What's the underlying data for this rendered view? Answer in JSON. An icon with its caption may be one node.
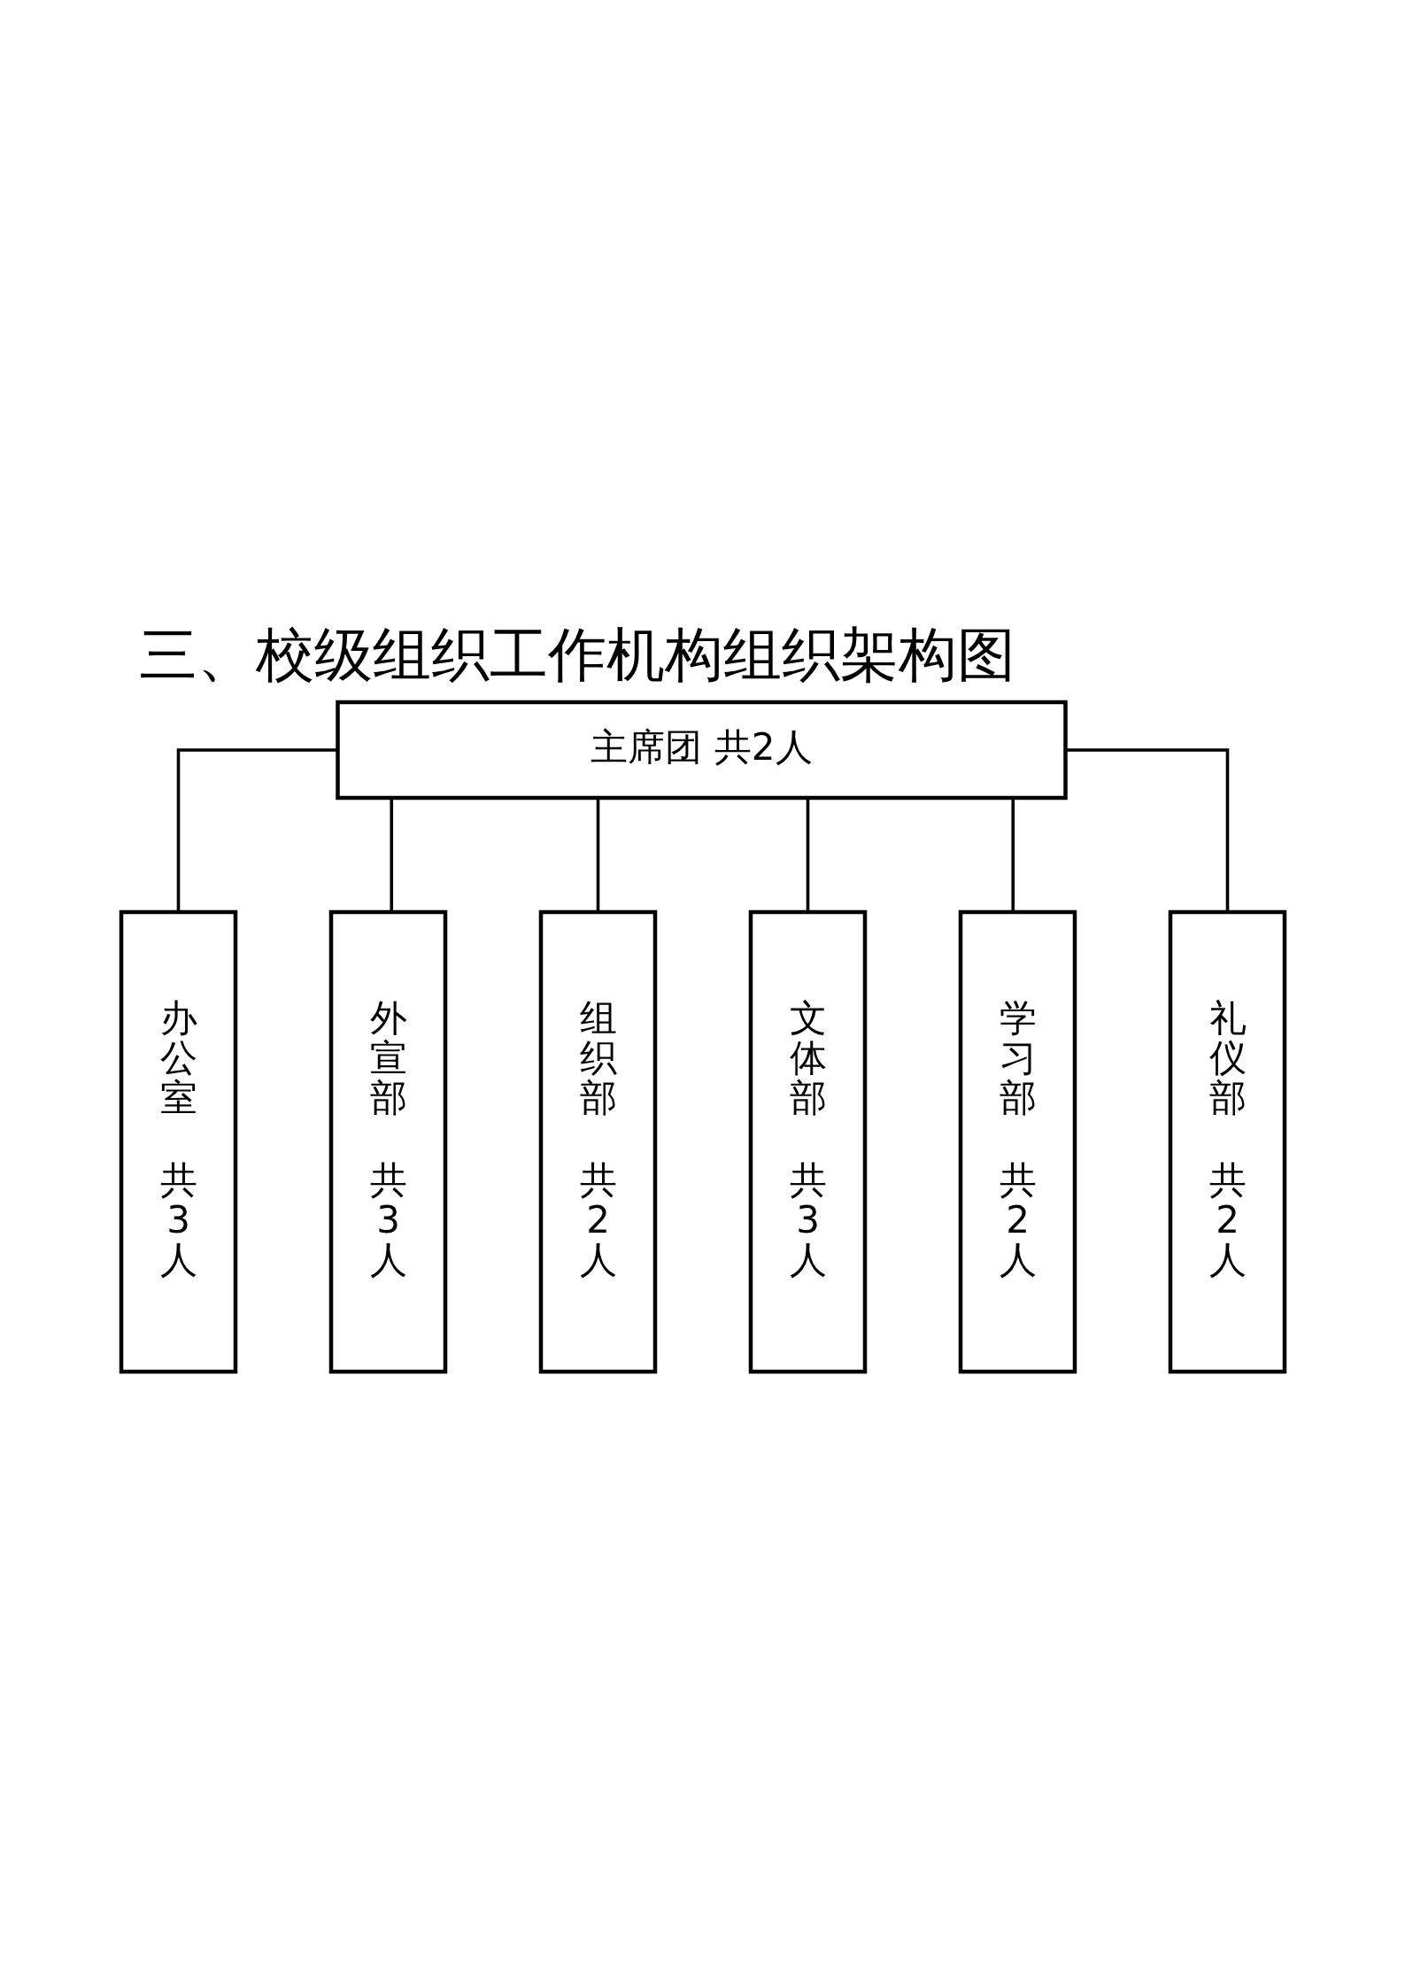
{
  "diagram": {
    "title": "三、校级组织工作机构组织架构图",
    "nodes": [
      {
        "text": [
          "主席团 共2人"
        ]
      },
      {
        "text": [
          "办公室",
          "共3人"
        ]
      },
      {
        "text": [
          "外宣部",
          "共3人"
        ]
      },
      {
        "text": [
          "组织部",
          "共2人"
        ]
      },
      {
        "text": [
          "文体部",
          "共3人"
        ]
      },
      {
        "text": [
          "学习部",
          "共2人"
        ]
      },
      {
        "text": [
          "礼仪部",
          "共2人"
        ]
      }
    ],
    "edges": [
      {
        "from": 0,
        "to": 1,
        "arrow": "none"
      },
      {
        "from": 0,
        "to": 2,
        "arrow": "none"
      },
      {
        "from": 0,
        "to": 3,
        "arrow": "none"
      },
      {
        "from": 0,
        "to": 4,
        "arrow": "none"
      },
      {
        "from": 0,
        "to": 5,
        "arrow": "none"
      },
      {
        "from": 0,
        "to": 6,
        "arrow": "none"
      }
    ]
  }
}
